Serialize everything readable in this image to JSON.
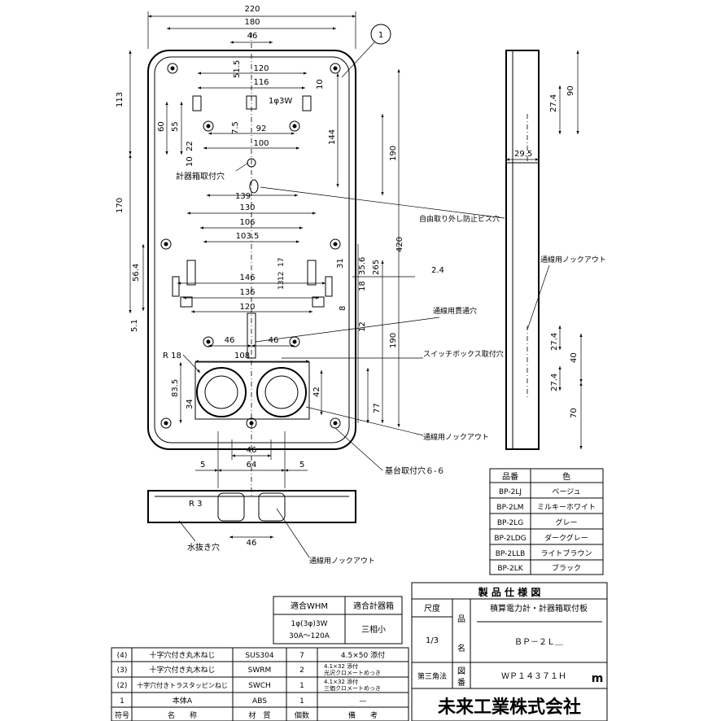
{
  "front_view": {
    "dims": {
      "d220": "220",
      "d180": "180",
      "d46_top": "46",
      "d120_top": "120",
      "d116": "116",
      "d51_5": "51.5",
      "d10": "10",
      "d1phi3w": "1φ3W",
      "d92": "92",
      "d100": "100",
      "d7_5": "7.5",
      "d60": "60",
      "d55": "55",
      "d22": "22",
      "d10b": "10",
      "d113": "113",
      "d170": "170",
      "d144": "144",
      "d190_top": "190",
      "d420": "420",
      "d139": "139",
      "d130": "130",
      "d106": "106",
      "d103_5": "103.5",
      "d265": "265",
      "d35_6": "35.6",
      "d31": "31",
      "d17": "17",
      "d12": "12",
      "d13": "13",
      "d146": "146",
      "d136": "136",
      "d120_mid": "120",
      "d18": "18",
      "d8": "8",
      "d2_4": "2.4",
      "d56_4": "56.4",
      "d5_1": "5.1",
      "d12b": "12",
      "d190_bot": "190",
      "d46_left": "46",
      "d46_right": "46",
      "d108": "108",
      "r18": "R 18",
      "d83_5": "83.5",
      "d34": "34",
      "d42": "42",
      "d77": "77",
      "d46_bot": "46",
      "d64": "64",
      "d5_left": "5",
      "d5_right": "5"
    },
    "labels": {
      "meter_box_hole": "計器箱取付穴",
      "free_removal": "自由取り外し防止ビス穴",
      "wire_through": "通線用貫通穴",
      "switch_box": "スイッチボックス取付穴",
      "knockout_front": "通線用ノックアウト",
      "base_holes": "基台取付穴６-６",
      "balloon": "1"
    }
  },
  "side_view": {
    "dims": {
      "d90": "90",
      "d27_4_top": "27.4",
      "d29_5": "29.5",
      "d27_4_a": "27.4",
      "d40": "40",
      "d27_4_b": "27.4",
      "d70": "70"
    },
    "knockout_label": "通線用ノックアウト"
  },
  "bottom_view": {
    "r3": "R 3",
    "d46": "46",
    "drain": "水抜き穴",
    "knockout": "通線用ノックアウト"
  },
  "color_table": {
    "headers": [
      "品番",
      "色"
    ],
    "rows": [
      [
        "BP-2LJ",
        "ベージュ"
      ],
      [
        "BP-2LM",
        "ミルキーホワイト"
      ],
      [
        "BP-2LG",
        "グレー"
      ],
      [
        "BP-2LDG",
        "ダークグレー"
      ],
      [
        "BP-2LLB",
        "ライトブラウン"
      ],
      [
        "BP-2LK",
        "ブラック"
      ]
    ]
  },
  "compat_table": {
    "h1": "適合WHM",
    "h2": "適合計器箱",
    "v1a": "1φ(3φ)3W",
    "v1b": "30A～120A",
    "v2": "三相小"
  },
  "parts_table": {
    "headers": [
      "符号",
      "名　　称",
      "材　質",
      "個数",
      "備　　考"
    ],
    "rows": [
      {
        "no": "(4)",
        "name": "十字穴付き丸木ねじ",
        "mat": "SUS304",
        "qty": "7",
        "note1": "4.5×50 添付",
        "note2": ""
      },
      {
        "no": "(3)",
        "name": "十字穴付き丸木ねじ",
        "mat": "SWRM",
        "qty": "2",
        "note1": "4.1×32 添付",
        "note2": "光沢クロメートめっき"
      },
      {
        "no": "(2)",
        "name": "十字穴付きトラスタッピンねじ",
        "mat": "SWCH",
        "qty": "1",
        "note1": "4.1×32 添付",
        "note2": "三価クロメートめっき"
      },
      {
        "no": "1",
        "name": "本体A",
        "mat": "ABS",
        "qty": "1",
        "note1": "—",
        "note2": ""
      }
    ]
  },
  "title_block": {
    "title": "製 品 仕 様 図",
    "scale_label": "尺度",
    "scale": "1/3",
    "product_label_1": "品",
    "product_label_2": "名",
    "product_name": "積算電力計・計器箱取付板",
    "model": "ＢＰ－２Ｌ＿",
    "projection": "第三角法",
    "drawing_no_label_1": "図",
    "drawing_no_label_2": "番",
    "drawing_no": "ＷＰ１４３７１Ｈ",
    "logo": "m",
    "company": "未来工業株式会社"
  }
}
